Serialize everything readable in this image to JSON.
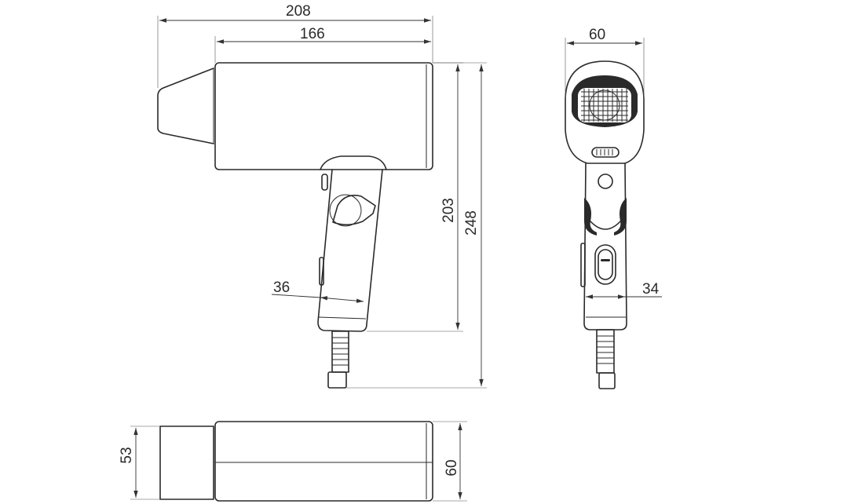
{
  "dimensions": {
    "overall_length": "208",
    "body_length": "166",
    "width_front": "60",
    "handle_height": "203",
    "total_height": "248",
    "handle_depth": "36",
    "handle_width": "34",
    "nozzle_height": "53",
    "body_height": "60"
  }
}
